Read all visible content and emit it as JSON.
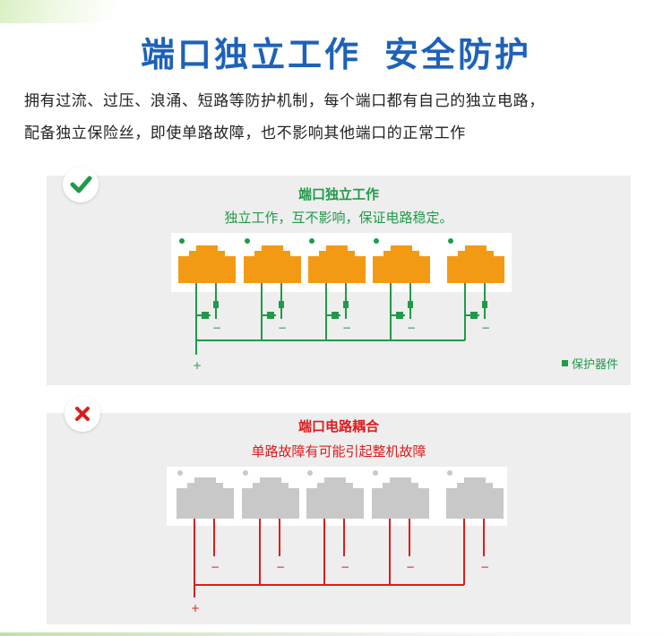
{
  "header": {
    "title_left": "端口独立工作",
    "title_right": "安全防护",
    "description_line1": "拥有过流、过压、浪涌、短路等防护机制，每个端口都有自己的独立电路，",
    "description_line2": "配备独立保险丝，即使单路故障，也不影响其他端口的正常工作"
  },
  "panel_good": {
    "icon": "check-icon",
    "title": "端口独立工作",
    "subtitle": "独立工作，互不影响，保证电路稳定。",
    "legend": "保护器件",
    "port_count": 5,
    "minus_sign": "−",
    "plus_sign": "+",
    "color": "#1f9a4a",
    "port_color": "#f39a14"
  },
  "panel_bad": {
    "icon": "x-icon",
    "title": "端口电路耦合",
    "subtitle": "单路故障有可能引起整机故障",
    "port_count": 5,
    "minus_sign": "−",
    "plus_sign": "+",
    "color": "#dd1c1c",
    "port_color": "#c8c8c8"
  }
}
